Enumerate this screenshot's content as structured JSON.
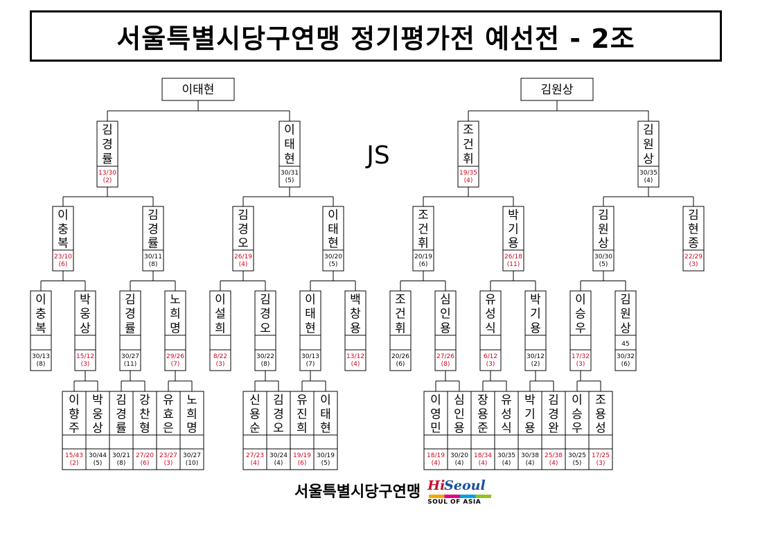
{
  "title": "서울특별시당구연맹 정기평가전 예선전 - 2조",
  "watermark": "JS",
  "footer": {
    "org": "서울특별시당구연맹",
    "logo_main_hi": "Hi",
    "logo_main_seoul": "Seoul",
    "logo_sub": "SOUL OF ASIA"
  },
  "winners": [
    "이태현",
    "김원상"
  ],
  "colors": {
    "loss": "#d0021b",
    "win": "#000000"
  },
  "nodes": [
    {
      "name": "김경률",
      "score": "13/30",
      "sub": "(2)",
      "red": true
    },
    {
      "name": "이태현",
      "score": "30/31",
      "sub": "(5)",
      "red": false
    },
    {
      "name": "조건휘",
      "score": "19/35",
      "sub": "(4)",
      "red": true
    },
    {
      "name": "김원상",
      "score": "30/35",
      "sub": "(4)",
      "red": false
    },
    {
      "name": "이충복",
      "score": "23/10",
      "sub": "(6)",
      "red": true
    },
    {
      "name": "김경률",
      "score": "30/11",
      "sub": "(8)",
      "red": false
    },
    {
      "name": "김경오",
      "score": "26/19",
      "sub": "(4)",
      "red": true
    },
    {
      "name": "이태현",
      "score": "30/20",
      "sub": "(5)",
      "red": false
    },
    {
      "name": "조건휘",
      "score": "20/19",
      "sub": "(6)",
      "red": false
    },
    {
      "name": "박기용",
      "score": "26/18",
      "sub": "(11)",
      "red": true
    },
    {
      "name": "김원상",
      "score": "30/30",
      "sub": "(5)",
      "red": false
    },
    {
      "name": "김현종",
      "score": "22/29",
      "sub": "(3)",
      "red": true
    },
    {
      "name": "이충복",
      "extra": "",
      "score": "30/13",
      "sub": "(8)",
      "red": false
    },
    {
      "name": "박웅상",
      "extra": "",
      "score": "15/12",
      "sub": "(3)",
      "red": true
    },
    {
      "name": "김경률",
      "extra": "",
      "score": "30/27",
      "sub": "(11)",
      "red": false
    },
    {
      "name": "노희명",
      "extra": "",
      "score": "29/26",
      "sub": "(7)",
      "red": true
    },
    {
      "name": "이설희",
      "extra": "",
      "score": "8/22",
      "sub": "(3)",
      "red": true
    },
    {
      "name": "김경오",
      "extra": "",
      "score": "30/22",
      "sub": "(8)",
      "red": false
    },
    {
      "name": "이태현",
      "extra": "",
      "score": "30/13",
      "sub": "(7)",
      "red": false
    },
    {
      "name": "백창용",
      "extra": "",
      "score": "13/12",
      "sub": "(4)",
      "red": true
    },
    {
      "name": "조건휘",
      "extra": "",
      "score": "20/26",
      "sub": "(6)",
      "red": false
    },
    {
      "name": "심인용",
      "extra": "",
      "score": "27/26",
      "sub": "(8)",
      "red": true
    },
    {
      "name": "유성식",
      "extra": "",
      "score": "6/12",
      "sub": "(3)",
      "red": true
    },
    {
      "name": "박기용",
      "extra": "",
      "score": "30/12",
      "sub": "(2)",
      "red": false
    },
    {
      "name": "이승우",
      "extra": "",
      "score": "17/32",
      "sub": "(3)",
      "red": true
    },
    {
      "name": "김원상",
      "extra": "45",
      "score": "30/32",
      "sub": "(6)",
      "red": false
    },
    {
      "name": "이향주",
      "score": "15/43",
      "sub": "(2)",
      "red": true
    },
    {
      "name": "박웅상",
      "score": "30/44",
      "sub": "(5)",
      "red": false
    },
    {
      "name": "김경률",
      "score": "30/21",
      "sub": "(8)",
      "red": false
    },
    {
      "name": "강찬형",
      "score": "27/20",
      "sub": "(6)",
      "red": true
    },
    {
      "name": "유효은",
      "score": "23/27",
      "sub": "(3)",
      "red": true
    },
    {
      "name": "노희명",
      "score": "30/27",
      "sub": "(10)",
      "red": false
    },
    {
      "name": "신용순",
      "score": "27/23",
      "sub": "(4)",
      "red": true
    },
    {
      "name": "김경오",
      "score": "30/24",
      "sub": "(4)",
      "red": false
    },
    {
      "name": "유진희",
      "score": "19/19",
      "sub": "(6)",
      "red": true
    },
    {
      "name": "이태현",
      "score": "30/19",
      "sub": "(5)",
      "red": false
    },
    {
      "name": "이영민",
      "score": "18/19",
      "sub": "(4)",
      "red": true
    },
    {
      "name": "심인용",
      "score": "30/20",
      "sub": "(4)",
      "red": false
    },
    {
      "name": "장용준",
      "score": "18/34",
      "sub": "(4)",
      "red": true
    },
    {
      "name": "유성식",
      "score": "30/35",
      "sub": "(4)",
      "red": false
    },
    {
      "name": "박기용",
      "score": "30/38",
      "sub": "(4)",
      "red": false
    },
    {
      "name": "김경완",
      "score": "25/38",
      "sub": "(4)",
      "red": true
    },
    {
      "name": "이승우",
      "score": "30/25",
      "sub": "(5)",
      "red": false
    },
    {
      "name": "조용성",
      "score": "17/25",
      "sub": "(3)",
      "red": true
    }
  ]
}
